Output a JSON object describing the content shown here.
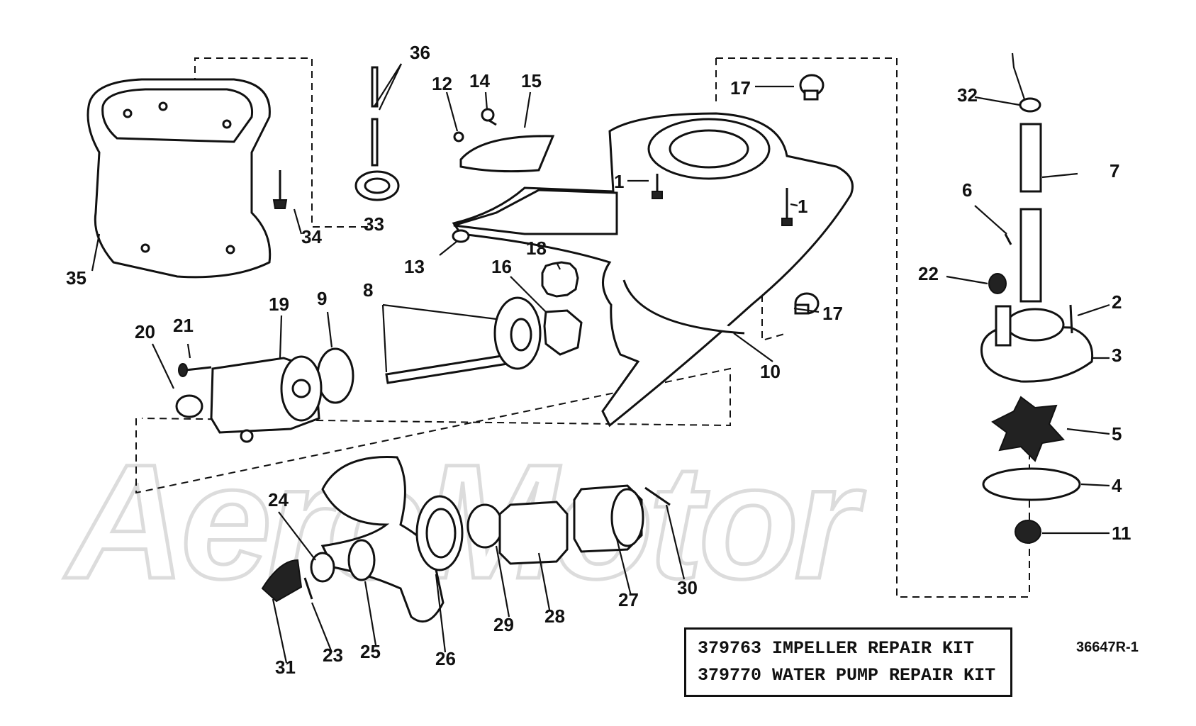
{
  "diagram": {
    "watermark": "AeroMotor",
    "drawing_id": "36647R-1",
    "kits": [
      "379763 IMPELLER REPAIR KIT",
      "379770 WATER PUMP REPAIR KIT"
    ],
    "callouts": {
      "c1a": "1",
      "c1b": "1",
      "c2": "2",
      "c3": "3",
      "c4": "4",
      "c5": "5",
      "c6": "6",
      "c7": "7",
      "c8": "8",
      "c9": "9",
      "c10": "10",
      "c11": "11",
      "c12": "12",
      "c13": "13",
      "c14": "14",
      "c15": "15",
      "c16": "16",
      "c17a": "17",
      "c17b": "17",
      "c18": "18",
      "c19": "19",
      "c20": "20",
      "c21": "21",
      "c22": "22",
      "c23": "23",
      "c24": "24",
      "c25": "25",
      "c26": "26",
      "c27": "27",
      "c28": "28",
      "c29": "29",
      "c30": "30",
      "c31": "31",
      "c32": "32",
      "c33": "33",
      "c34": "34",
      "c35": "35",
      "c36": "36"
    }
  }
}
